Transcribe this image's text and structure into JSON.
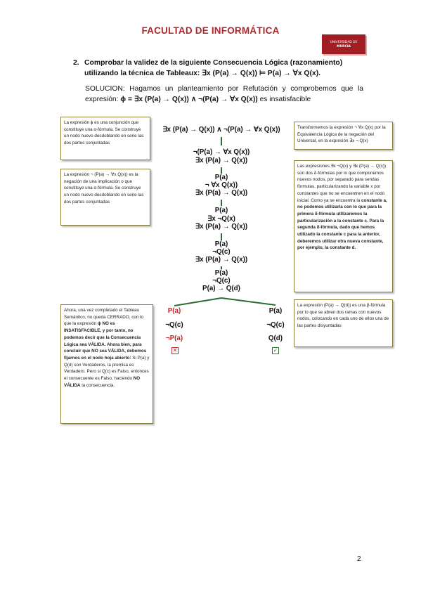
{
  "header": {
    "title": "FACULTAD DE INFORMÁTICA"
  },
  "logo": {
    "line1": "UNIVERSIDAD DE",
    "line2": "MURCIA"
  },
  "exercise": {
    "number": "2.",
    "text": "Comprobar la validez de la siguiente Consecuencia Lógica (razonamiento) utilizando la técnica de Tableaux: ∃x (P(a) → Q(x)) ⊨ P(a) → ∀x Q(x)."
  },
  "solution": {
    "intro": "SOLUCION: Hagamos un planteamiento por Refutación y comprobemos que la expresión:",
    "formula": "ϕ = ∃x (P(a) → Q(x)) ∧ ¬(P(a) → ∀x Q(x))",
    "ending": "es insatisfacible"
  },
  "notes": {
    "n1": "La expresión ϕ es una conjunción que constituye una α-fórmula. Se construye un nodo nuevo desdoblando en serie las dos partes conjuntadas",
    "n2": "La expresión ¬ (P(a) → ∀x Q(x)) es la negación de una implicación o que constituye una α-fórmula. Se construye un nodo nuevo desdoblando en serie las dos partes conjuntadas",
    "n3": "Transformemos la expresión ¬ ∀x Q(x) por la Equivalencia Lógica de la negación del Universal, en la expresión ∃x ¬ Q(x)",
    "n4_a": "Las expresiones ∃x ¬Q(x) y ∃x (P(a) → Q(x)) son dos δ-fórmulas por lo que componemos nuevos nodos, por separado para sendas fórmulas, particularizando la variable x por constantes que no se encuentren en el nodo inicial. Como ya se encuentra la ",
    "n4_b": "constante a, no podemos utilizarla con lo que para la primera δ-fórmula utilizaremos la particularización a la constante c. Para la segunda δ-fórmula, dado que hemos utilizado la constante c para la anterior, deberemos utilizar otra nueva constante, por ejemplo, la constante d.",
    "n5_a": "Ahora, una vez completado el Tableau Semántico, no queda CERRADO, con lo que la expresión ",
    "n5_b": "ϕ NO es INSATISFACIBLE, y por tanto, no podemos decir que la Consecuencia Lógica sea VÁLIDA. Ahora bien, para concluir que NO sea VÁLIDA, debemos fijarnos en el nodo hoja abierto:",
    "n5_c": " Si P(a) y Q(d) son Verdaderos, la premisa es Verdadero. Pero si Q(c) es Falso, entonces el consecuente es Falso, haciendo ",
    "n5_d": "NO VÁLIDA",
    "n5_e": " la consecuencia.",
    "n6": "La expresión (P(a) → Q(d)) es una β-fórmula por lo que se abren dos ramas con nuevos nodos, colocando en cada uno de ellos una de las partes disyuntadas"
  },
  "tree": {
    "root": "∃x (P(a) → Q(x)) ∧ ¬(P(a) → ∀x Q(x))",
    "n2_1": "¬(P(a) → ∀x Q(x))",
    "n2_2": "∃x (P(a) → Q(x))",
    "n3_1": "P(a)",
    "n3_2": "¬ ∀x Q(x))",
    "n3_3": "∃x (P(a) → Q(x))",
    "n4_1": "P(a)",
    "n4_2": "∃x ¬Q(x)",
    "n4_3": "∃x (P(a) → Q(x))",
    "n5_1": "P(a)",
    "n5_2": "¬Q(c)",
    "n5_3": "∃x (P(a) → Q(x))",
    "n6_1": "P(a)",
    "n6_2": "¬Q(c)",
    "n6_3": "P(a) → Q(d)",
    "left_1": "P(a)",
    "left_2": "¬Q(c)",
    "left_3": "¬P(a)",
    "right_1": "P(a)",
    "right_2": "¬Q(c)",
    "right_3": "Q(d)",
    "closed_mark": "✕",
    "open_mark": "✓"
  },
  "page_number": "2",
  "colors": {
    "header": "#b0262a",
    "tree_line": "#2e6b33",
    "closed": "#c0292b",
    "open": "#2e7d32"
  }
}
